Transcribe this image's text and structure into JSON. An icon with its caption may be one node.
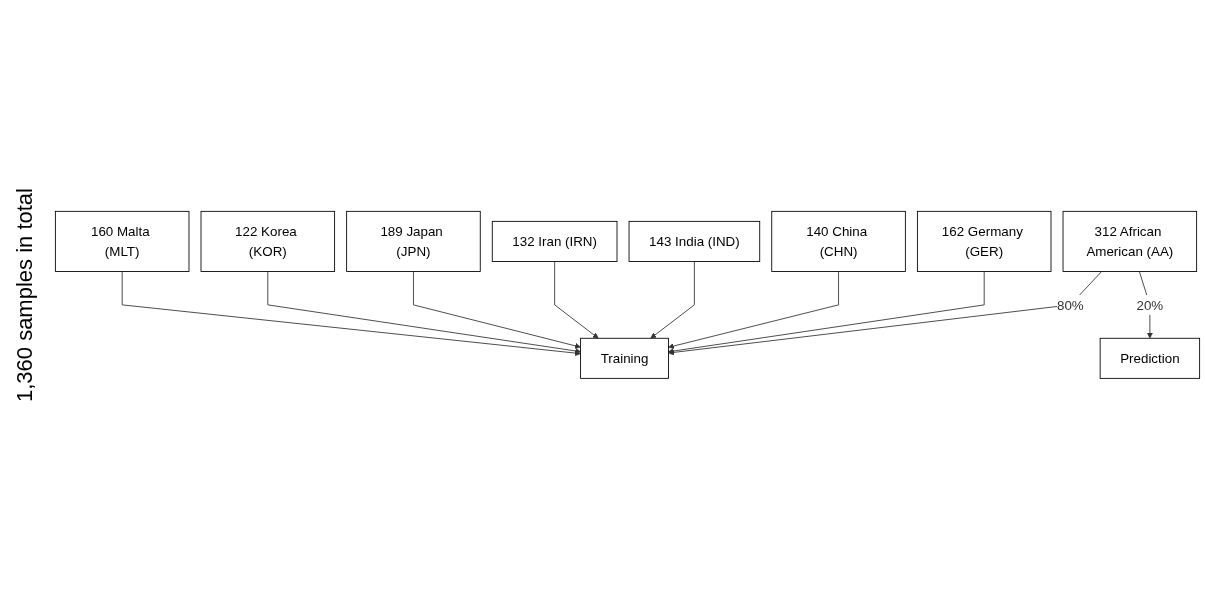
{
  "diagram": {
    "nodes": [
      {
        "text": [
          "312 African American (AA)"
        ]
      },
      {
        "text": [
          "162 Germany (GER)"
        ]
      },
      {
        "text": [
          "140 China (CHN)"
        ]
      },
      {
        "text": [
          "143 India (IND)"
        ]
      },
      {
        "text": [
          "132 Iran (IRN)"
        ]
      },
      {
        "text": [
          "189 Japan (JPN)"
        ]
      },
      {
        "text": [
          "122 Korea (KOR)"
        ]
      },
      {
        "text": [
          "160 Malta (MLT)"
        ]
      },
      {
        "text": [
          "Training"
        ]
      },
      {
        "text": [
          "Prediction"
        ]
      }
    ],
    "edges": [
      {
        "from": 0,
        "to": 8,
        "arrow": "to",
        "label": "80%"
      },
      {
        "from": 0,
        "to": 9,
        "arrow": "to",
        "label": "20%"
      },
      {
        "from": 1,
        "to": 8,
        "arrow": "to"
      },
      {
        "from": 2,
        "to": 8,
        "arrow": "to"
      },
      {
        "from": 3,
        "to": 8,
        "arrow": "to"
      },
      {
        "from": 4,
        "to": 8,
        "arrow": "to"
      },
      {
        "from": 5,
        "to": 8,
        "arrow": "to"
      },
      {
        "from": 6,
        "to": 8,
        "arrow": "to"
      },
      {
        "from": 7,
        "to": 8,
        "arrow": "to"
      }
    ],
    "labels": [
      "1,360 samples in total"
    ]
  }
}
